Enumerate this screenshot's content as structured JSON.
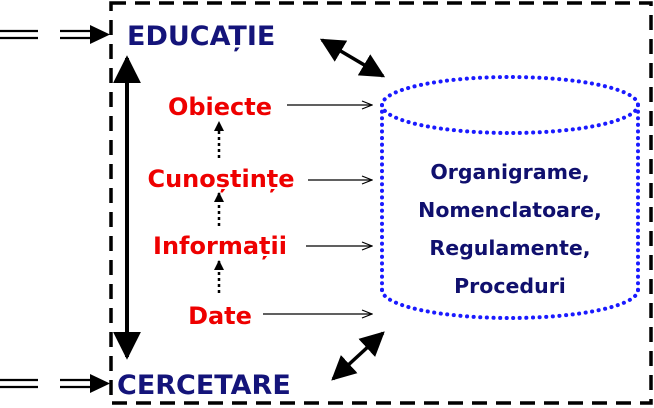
{
  "top_label": "EDUCAȚIE",
  "bottom_label": "CERCETARE",
  "hierarchy": [
    "Obiecte",
    "Cunoștințe",
    "Informații",
    "Date"
  ],
  "repository_lines": [
    "Organigrame,",
    "Nomenclatoare,",
    "Regulamente,",
    "Proceduri"
  ],
  "colors": {
    "navy_text": "#14147a",
    "red_text": "#ee0000",
    "cylinder_dots": "#1a1aff",
    "frame": "#000000"
  }
}
